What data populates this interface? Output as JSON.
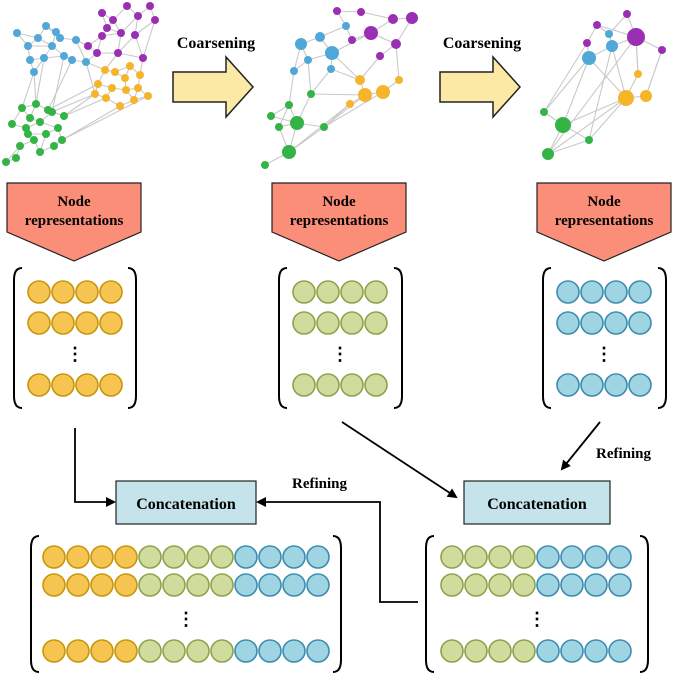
{
  "arrows": {
    "coarsening_1": "Coarsening",
    "coarsening_2": "Coarsening",
    "refining_1": "Refining",
    "refining_2": "Refining"
  },
  "node_representations": {
    "line1": "Node",
    "line2": "representations"
  },
  "concatenation": {
    "label_1": "Concatenation",
    "label_2": "Concatenation"
  },
  "ellipsis": "⋮",
  "colors": {
    "purple": "#9b2fb4",
    "blue": "#4fa8d8",
    "yellow": "#f5b52a",
    "green": "#34b447",
    "yellow_vec_fill": "#f5c451",
    "yellow_vec_stroke": "#c8960c",
    "green_vec_fill": "#cfdc9e",
    "green_vec_stroke": "#8ba34a",
    "blue_vec_fill": "#9fd5e2",
    "blue_vec_stroke": "#3c8bb0",
    "salmon": "#fb8e78",
    "concat_box": "#c4e3ea",
    "block_arrow": "#fde9a6"
  }
}
